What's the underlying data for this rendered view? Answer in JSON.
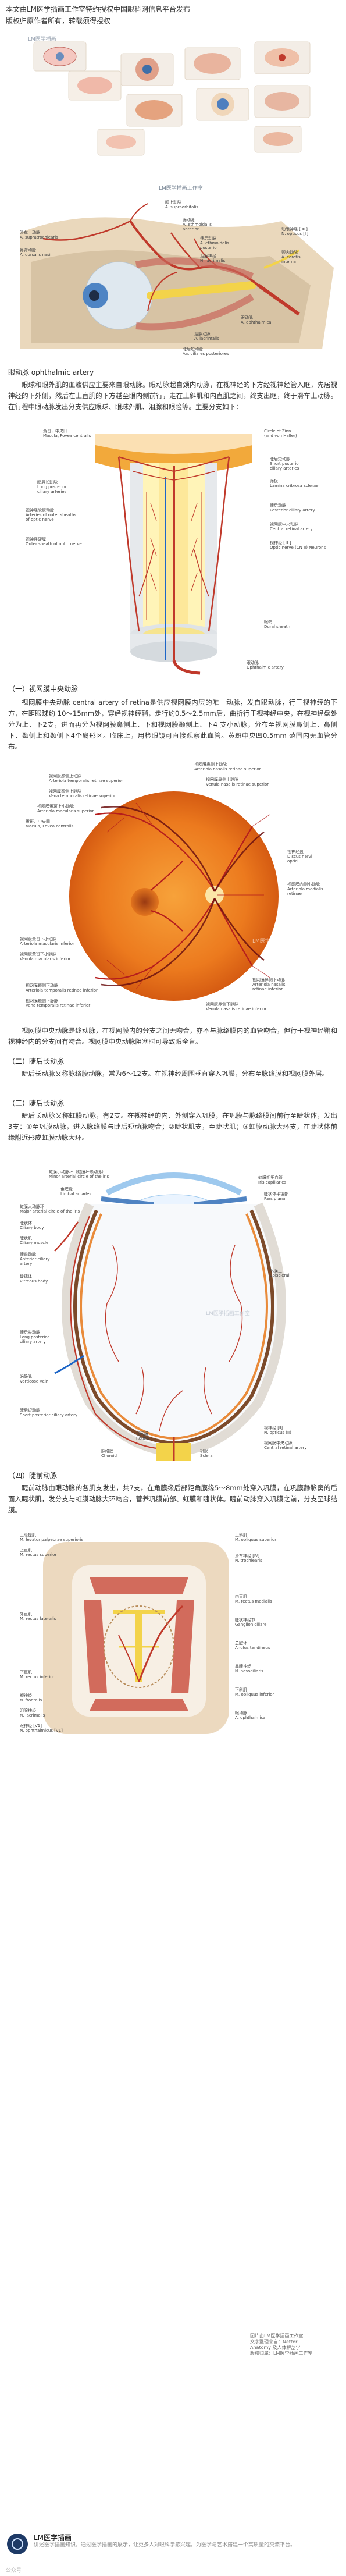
{
  "intro": {
    "line1": "本文由LM医学插画工作室特约授权中国眼科网信息平台发布",
    "line2": "版权归原作者所有，转载须得授权"
  },
  "watermarks": {
    "top_logo": "LM医学插画",
    "studio": "LM医学插画工作室",
    "fig3": "LM医学插画工作室",
    "fig4": "LM医学插画工作室"
  },
  "fig1_labels": {
    "supraorbital": "眶上动脉\nA. supraorbitalis",
    "ethmoidal": "筛动脉\nA. ethmoidalis\nanterior",
    "post_ethmoidal": "筛后动脉\nA. ethmoidalis\nposterior",
    "lacrimal_n": "泪腺神经\nN. lacrimalis",
    "supratrochlear": "滑车上动脉\nA. supratrochlearis",
    "dorsal_nasal": "鼻背动脉\nA. dorsalis nasi",
    "oculomotor": "动眼神经 [ Ⅲ ]\nN. opticus [Ⅱ]",
    "ica": "颈内动脉\nA. carotis\ninterna",
    "ophthalmic": "眼动脉\nA. ophthalmica",
    "lacrimal_a": "泪腺动脉\nA. lacrimalis",
    "ciliary": "睫后短动脉\nAa. ciliares posteriores"
  },
  "section_ophthalmic": {
    "title": "眼动脉 ophthalmic artery",
    "para": "眼球和眼外肌的血液供应主要来自眼动脉。眼动脉起自颈内动脉，在视神经的下方经视神经管入眶，先居视神经的下外侧，然后在上直肌的下方越至眼内侧前行，走在上斜肌和内直肌之间，终支出眶，终于滑车上动脉。在行程中眼动脉发出分支供应眼球、眼球外肌、泪腺和眼睑等。主要分支如下："
  },
  "fig2_labels": {
    "macula": "黄斑，中央凹\nMacula, Fovea centralis",
    "circle_zinn": "Circle of Zinn\n(and von Haller)",
    "short_post": "睫后短动脉\nShort posterior\nciliary arteries",
    "lamina": "筛板\nLamina cribrosa sclerae",
    "long_post": "睫后长动脉\nLong posterior\nciliary arteries",
    "pial": "视神经软膜动脉\nArteries of outer sheaths\nof optic nerve",
    "post_ciliary": "睫后动脉\nPosterior ciliary artery",
    "central_retina": "视网膜中央动脉\nCentral retinal artery",
    "dura": "视神经硬膜\nOuter sheath of optic nerve",
    "optic_nerve": "视神经 [ Ⅱ ]\nOptic nerve (CN II) Neurons",
    "sheath": "眼鞘\nDural sheath",
    "ophthalmic": "眼动脉\nOphthalmic artery"
  },
  "section_central": {
    "title": "（一）视网膜中央动脉",
    "para1": "视网膜中央动脉 central artery of retina是供应视网膜内层的唯一动脉，发自眼动脉，行于视神经的下方，在距眼球约 10～15mm处，穿经视神经鞘，走行约0.5～2.5mm后，曲折行于视神经中央，在视神经盘处分为上、下2支，进而再分为视网膜鼻侧上、下和视网膜颞侧上、下4 支小动脉，分布至视网膜鼻侧上、鼻侧下、颞侧上和颞侧下4个扇形区。临床上，用检眼镜可直接观察此血管。黄斑中央凹0.5mm 范围内无血管分布。",
    "para2": "视网膜中央动脉是终动脉，在视网膜内的分支之间无吻合，亦不与脉络膜内的血管吻合，但行于视神经鞘和视神经内的分支间有吻合。视网膜中央动脉阻塞时可导致眼全盲。"
  },
  "fig3_labels": {
    "sup_nasal_art": "视网膜鼻侧上动脉\nArteriola nasalis retinae superior",
    "sup_nasal_vein": "视网膜鼻侧上静脉\nVenula nasalis retinae superior",
    "sup_temp_art": "视网膜颞侧上动脉\nArteriola temporalis retinae superior",
    "sup_temp_vein": "视网膜颞侧上静脉\nVena temporalis retinae superior",
    "macular_sup": "视网膜黄斑上小动脉\nArteriola macularis superior",
    "macula": "黄斑，中央凹\nMacula, Fovea centralis",
    "disc": "视神经盘\nDiscus nervi\noptici",
    "medial_art": "视网膜内侧小动脉\nArteriola medialis\nretinae",
    "macular_inf_art": "视网膜黄斑下小动脉\nArteriola macularis inferior",
    "macular_inf_vein": "视网膜黄斑下小静脉\nVenula macularis inferior",
    "inf_temp_art": "视网膜颞侧下动脉\nArteriola temporalis retinae inferior",
    "inf_temp_vein": "视网膜颞侧下静脉\nVena temporalis retinae inferior",
    "inf_nasal_art": "视网膜鼻侧下动脉\nArteriola nasalis\nretinae inferior",
    "inf_nasal_vein": "视网膜鼻侧下静脉\nVenula nasalis retinae inferior"
  },
  "section_ciliary": {
    "title": "（二）睫后长动脉",
    "para": "睫后长动脉又称脉络膜动脉，常为6～12支。在视神经周围垂直穿入巩膜，分布至脉络膜和视网膜外层。",
    "title3": "（三）睫后长动脉",
    "para3": "睫后长动脉又称虹膜动脉，有2支。在视神经的内、外侧穿入巩膜，在巩膜与脉络膜间前行至睫状体，发出3支：①至巩膜动脉，进入脉络膜与睫后短动脉吻合；②睫状肌支，至睫状肌；③虹膜动脉大环支，在睫状体前缘附近形成虹膜动脉大环。"
  },
  "fig4_labels": {
    "lesser_circle": "虹膜小动脉环（虹膜环缘动脉）\nMinor arterial circle of the iris",
    "iris_capillaries": "虹膜毛细血管\nIris capillaries",
    "limbus": "角膜缘\nLimbal arcades",
    "pars_plana": "睫状体平坦部\nPars plana",
    "major_circle": "虹膜大动脉环\nMajor arterial circle of the iris",
    "ciliary_body": "睫状体\nCiliary body",
    "ciliary_muscle": "睫状肌\nCiliary muscle",
    "ant_ciliary": "睫前动脉\nAnterior ciliary\nartery",
    "vitreous": "玻璃体\nVitreous body",
    "long_post": "睫后长动脉\nLong posterior\nciliary artery",
    "vortex": "涡静脉\nVorticose vein",
    "short_post": "睫后短动脉\nShort posterior ciliary artery",
    "retina": "视网膜\nRetina",
    "choroid": "脉络膜\nChoroid",
    "sclera": "巩膜\nSclera",
    "optic": "视神经 [Ⅱ]\nN. opticus (II)",
    "central_art": "视网膜中央动脉\nCentral retinal artery",
    "episcleral": "巩膜上\nEpiscleral"
  },
  "section_anterior": {
    "title": "（四）睫前动脉",
    "para": "睫前动脉由眼动脉的各肌支发出，共7支，在角膜缘后部距角膜缘5～8mm处穿入巩膜，在巩膜静脉窦的后面入睫状肌，发分支与虹膜动脉大环吻合，营养巩膜前部、虹膜和睫状体。睫前动脉穿入巩膜之前，分支至球结膜。"
  },
  "fig5_labels": {
    "levator": "上睑提肌\nM. levator palpebrae superioris",
    "sup_rectus": "上直肌\nM. rectus superior",
    "sup_oblique": "上斜肌\nM. obliquus superior",
    "lat_rectus": "外直肌\nM. rectus lateralis",
    "med_rectus": "内直肌\nM. rectus medialis",
    "inf_rectus": "下直肌\nM. rectus inferior",
    "n_frontalis": "额神经\nN. frontalis",
    "n_lacrimalis": "泪腺神经\nN. lacrimalis",
    "n_opthalmicus": "眼神经 [Ⅴ1]\nN. ophthalmicus [V1]",
    "trochlear": "滑车神经 [Ⅳ]\nN. trochlearis",
    "ciliary_gang": "睫状神经节\nGanglion ciliare",
    "annulus": "总腱环\nAnulus tendineus",
    "nasociliaris": "鼻睫神经\nN. nasociliaris",
    "inf_oblique": "下斜肌\nM. obliquus inferior",
    "medial_a": "眼动脉\nA. ophthalmica"
  },
  "credit_note": {
    "line1": "图片由LM医学插画工作室",
    "line2": "文字整理来自：Netter",
    "line3": "Anatomy 及人体解剖学",
    "line4": "版权归属：LM医学插画工作室"
  },
  "footer": {
    "name": "LM医学插画",
    "desc": "讲述医学插画知识，通过医学插画的展示，让更多人对眼科学感兴趣。为医学与艺术搭建一个高质量的交流平台。",
    "follow_label": "公众号"
  },
  "colors": {
    "artery": "#c0392b",
    "nerve": "#f3d34a",
    "sclera": "#e9eef2",
    "retina": "#e6761f",
    "bone": "#d7c3a4"
  }
}
